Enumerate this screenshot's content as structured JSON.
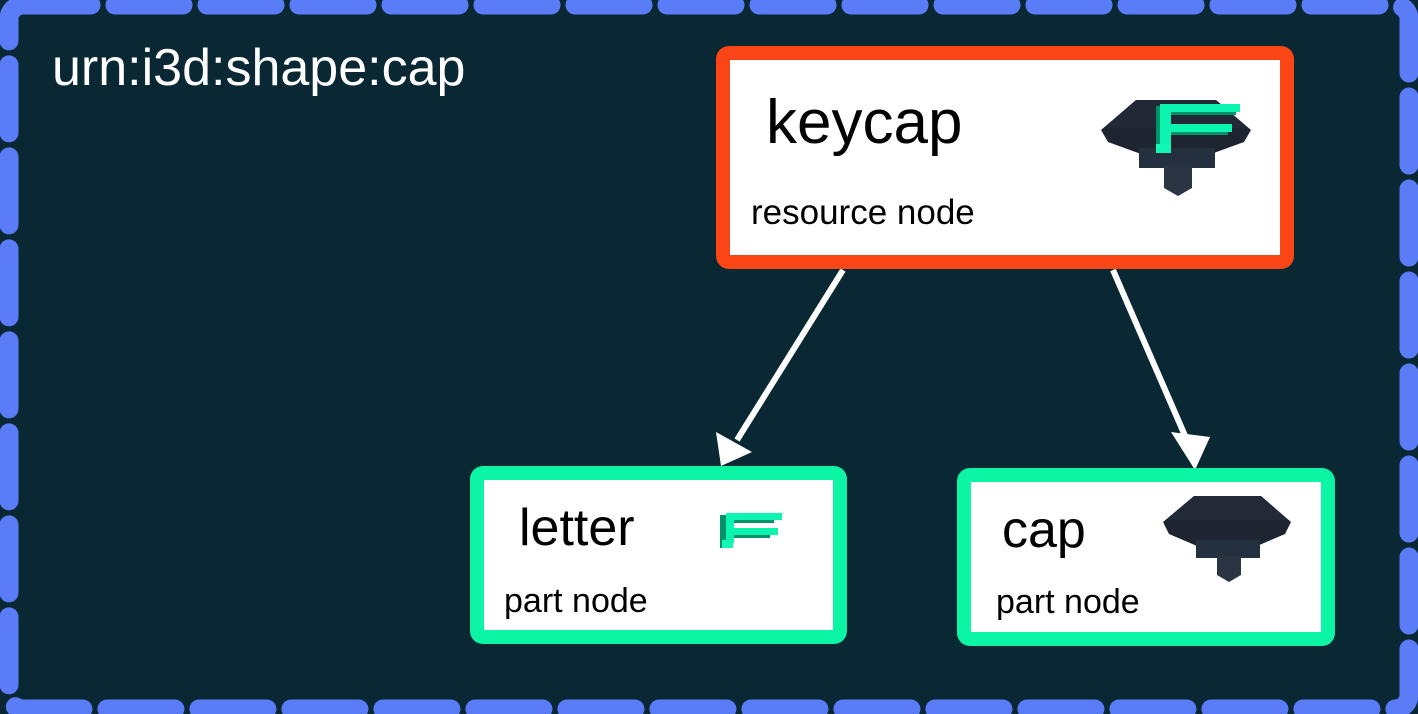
{
  "graph": {
    "title": "urn:i3d:shape:cap",
    "background_color": "#0a2833",
    "selection_frame_color": "#5b7cf7",
    "title_color": "#ffffff"
  },
  "nodes": [
    {
      "id": "keycap",
      "title": "keycap",
      "subtitle": "resource node",
      "kind": "resource node",
      "border_color": "#fa4616",
      "body_color": "#ffffff",
      "thumbnail": "keycap-with-letter-thumbnail"
    },
    {
      "id": "letter",
      "title": "letter",
      "subtitle": "part node",
      "kind": "part node",
      "border_color": "#0bf5a5",
      "body_color": "#ffffff",
      "thumbnail": "letter-f-thumbnail"
    },
    {
      "id": "cap",
      "title": "cap",
      "subtitle": "part node",
      "kind": "part node",
      "border_color": "#0bf5a5",
      "body_color": "#ffffff",
      "thumbnail": "cap-body-thumbnail"
    }
  ],
  "edges": [
    {
      "from": "keycap",
      "to": "letter",
      "color": "#ffffff"
    },
    {
      "from": "keycap",
      "to": "cap",
      "color": "#ffffff"
    }
  ],
  "palette": {
    "keycap_body_dark": "#1e2430",
    "keycap_body_shadow": "#161b24",
    "keycap_band": "#243040",
    "keycap_stem": "#2a3442",
    "letter_green_face": "#0bf5b0",
    "letter_green_side": "#02926a",
    "arrow_white": "#ffffff"
  }
}
